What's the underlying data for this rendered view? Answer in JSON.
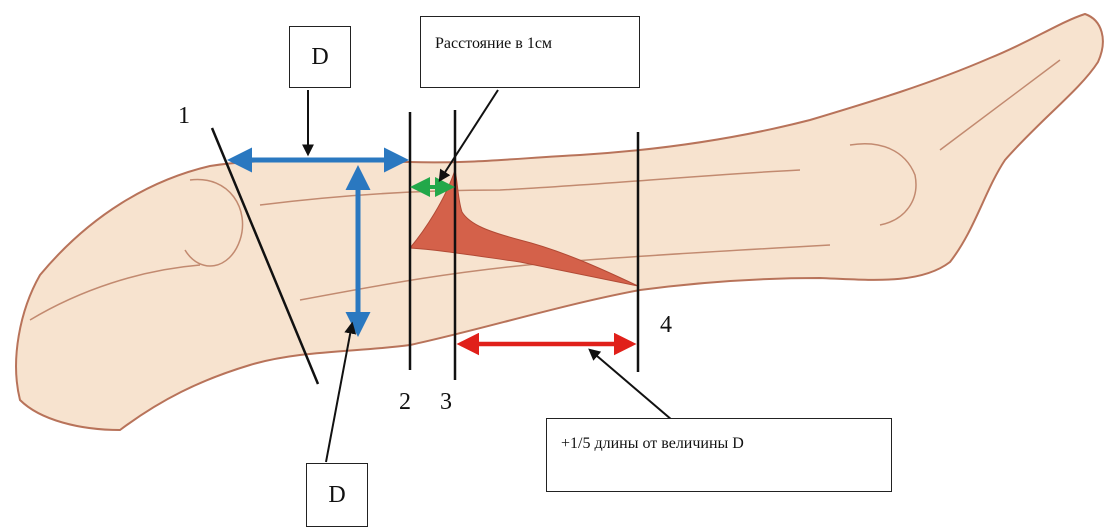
{
  "labels": {
    "d_top": "D",
    "d_bottom": "D",
    "distance_1cm": "Расстояние в 1см",
    "fifth_of_d": "+1/5 длины от величины D"
  },
  "line_numbers": {
    "line_1": "1",
    "line_2": "2",
    "line_3": "3",
    "line_4": "4"
  },
  "colors": {
    "skin_fill": "#f7e3cf",
    "skin_outline": "#b8735a",
    "flap": "#d4614a",
    "blue_arrow": "#2a78c0",
    "green_arrow": "#22a84a",
    "red_arrow": "#e0201a",
    "ink": "#111111"
  }
}
